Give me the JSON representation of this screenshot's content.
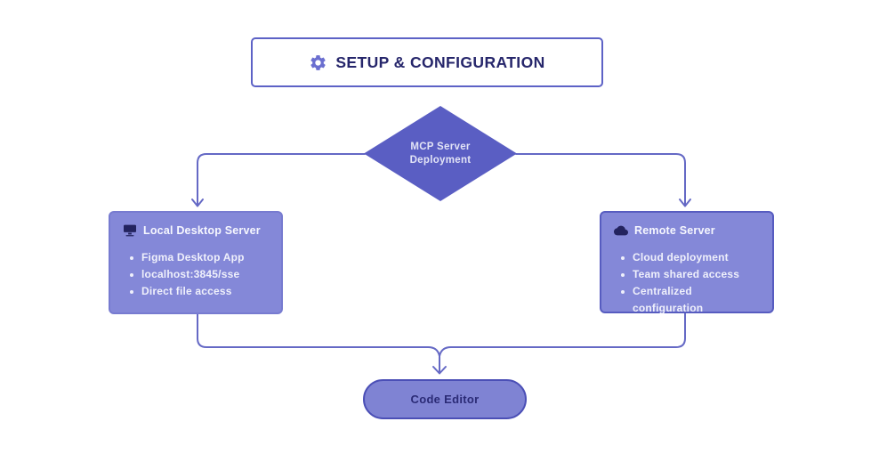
{
  "colors": {
    "accent_text": "#26266b",
    "diamond_fill": "#5a5ec3",
    "box_fill": "#8488d8",
    "box_border_dark": "#575cc0",
    "pill_border": "#4b4fb6",
    "connector": "#6569c5",
    "white_text": "#f6f7fe"
  },
  "title_box": {
    "icon": "gear-icon",
    "label": "SETUP & CONFIGURATION"
  },
  "decision": {
    "label_line1": "MCP Server",
    "label_line2": "Deployment"
  },
  "local_box": {
    "icon": "desktop-icon",
    "title": "Local Desktop Server",
    "items": [
      "Figma Desktop App",
      "localhost:3845/sse",
      "Direct file access"
    ]
  },
  "remote_box": {
    "icon": "cloud-icon",
    "title": "Remote Server",
    "items": [
      "Cloud deployment",
      "Team shared access",
      "Centralized configuration"
    ]
  },
  "code_editor": {
    "label": "Code Editor"
  }
}
